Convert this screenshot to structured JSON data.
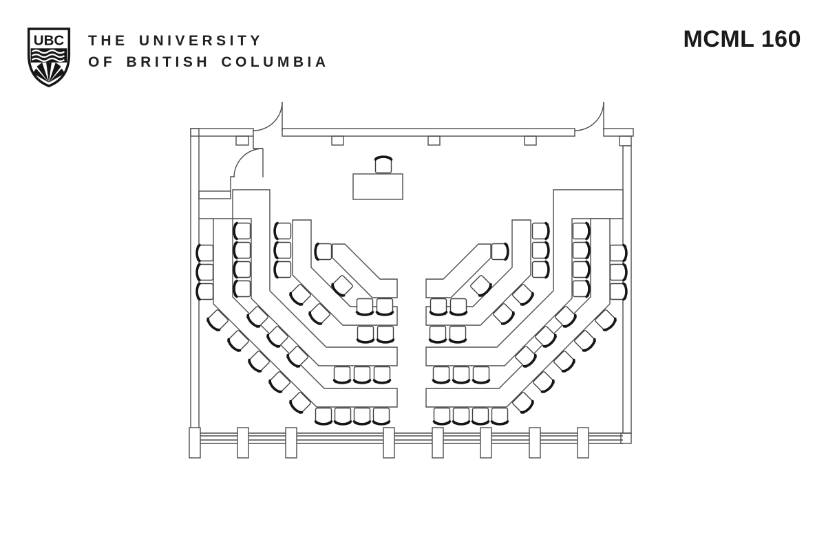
{
  "header": {
    "logo_monogram": "UBC",
    "university_name_line1": "THE UNIVERSITY",
    "university_name_line2": "OF BRITISH COLUMBIA",
    "room_label": "MCML 160"
  }
}
